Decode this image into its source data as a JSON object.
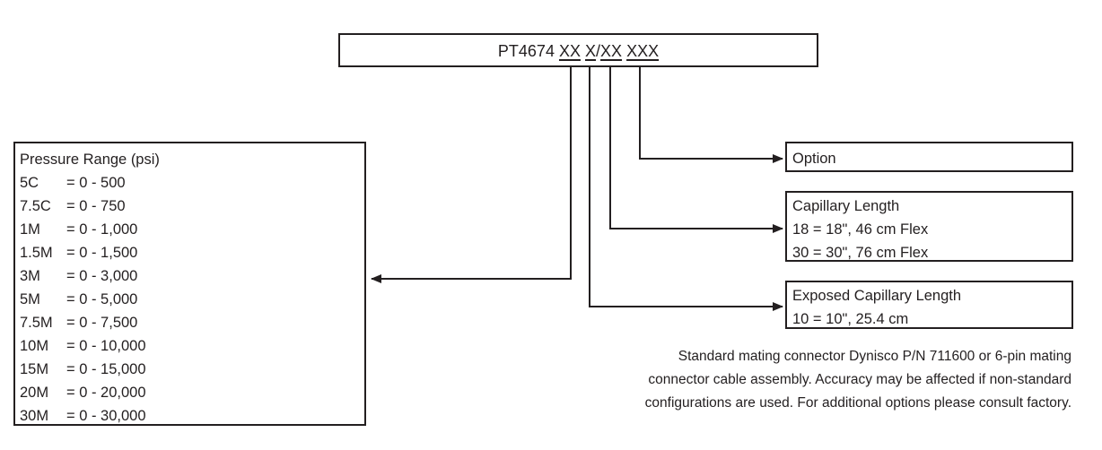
{
  "part_number": {
    "prefix": "PT4674",
    "segments": [
      "XX",
      "X",
      "XX",
      "XXX"
    ],
    "slash": "/"
  },
  "pressure_range": {
    "title": "Pressure Range (psi)",
    "items": [
      {
        "code": "5C",
        "range": "= 0 - 500"
      },
      {
        "code": "7.5C",
        "range": "= 0 - 750"
      },
      {
        "code": "1M",
        "range": "= 0 - 1,000"
      },
      {
        "code": "1.5M",
        "range": "= 0 - 1,500"
      },
      {
        "code": "3M",
        "range": "= 0 - 3,000"
      },
      {
        "code": "5M",
        "range": "= 0 - 5,000"
      },
      {
        "code": "7.5M",
        "range": "= 0 - 7,500"
      },
      {
        "code": "10M",
        "range": "= 0 - 10,000"
      },
      {
        "code": "15M",
        "range": "= 0 - 15,000"
      },
      {
        "code": "20M",
        "range": "= 0 - 20,000"
      },
      {
        "code": "30M",
        "range": "= 0 - 30,000"
      }
    ]
  },
  "option": {
    "title": "Option"
  },
  "capillary_length": {
    "title": "Capillary Length",
    "items": [
      "18 = 18\", 46 cm Flex",
      "30 = 30\", 76 cm Flex"
    ]
  },
  "exposed_capillary_length": {
    "title": "Exposed Capillary Length",
    "items": [
      "10 = 10\", 25.4 cm"
    ]
  },
  "footnote": [
    "Standard mating connector Dynisco P/N 711600 or 6-pin mating",
    "connector cable assembly. Accuracy may be affected if non-standard",
    "configurations are used. For additional options please consult factory."
  ]
}
